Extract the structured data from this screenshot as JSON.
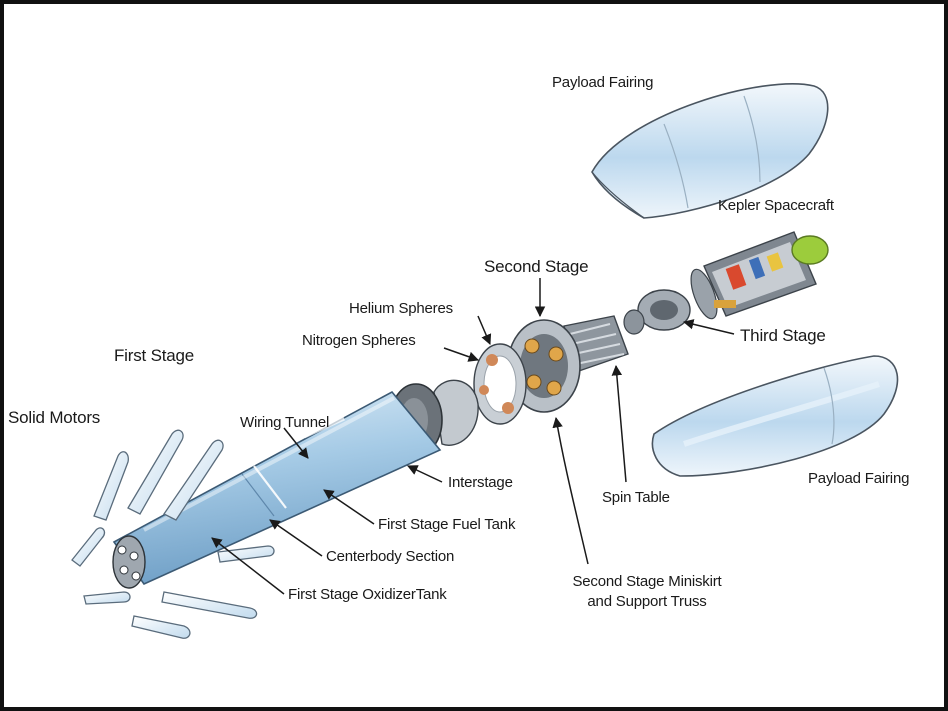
{
  "labels": {
    "payload_fairing_top": "Payload Fairing",
    "kepler_spacecraft": "Kepler Spacecraft",
    "second_stage": "Second Stage",
    "helium_spheres": "Helium Spheres",
    "nitrogen_spheres": "Nitrogen Spheres",
    "third_stage": "Third Stage",
    "first_stage": "First Stage",
    "wiring_tunnel": "Wiring Tunnel",
    "solid_motors": "Solid Motors",
    "interstage": "Interstage",
    "first_stage_fuel_tank": "First Stage Fuel Tank",
    "centerbody_section": "Centerbody Section",
    "first_stage_oxidizer_tank": "First Stage OxidizerTank",
    "spin_table": "Spin Table",
    "payload_fairing_bottom": "Payload Fairing",
    "second_stage_miniskirt_line1": "Second Stage Miniskirt",
    "second_stage_miniskirt_line2": "and Support Truss"
  },
  "colors": {
    "body_blue": "#a9cde6",
    "fairing_blue": "#cfe4f4",
    "gray": "#8a9096",
    "copper": "#d08858",
    "spacecraft_green": "#9ccc3c",
    "ink": "#1a1a1a"
  }
}
